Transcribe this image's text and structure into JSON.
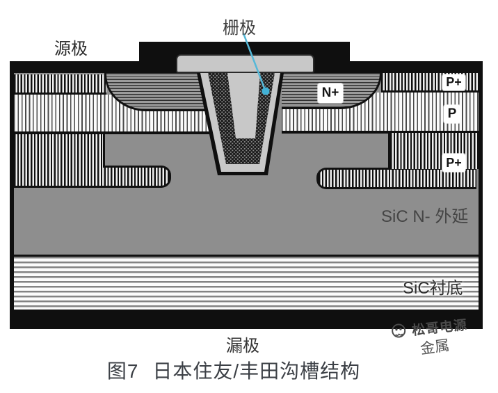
{
  "figure": {
    "caption_prefix": "图7",
    "caption_title": "日本住友/丰田沟槽结构"
  },
  "electrodes": {
    "source": "源极",
    "gate": "栅极",
    "drain": "漏极"
  },
  "regions": {
    "n_plus": "N+",
    "p_plus_upper": "P+",
    "p_well": "P",
    "p_plus_deep": "P+",
    "epitaxy": "SiC N- 外延",
    "substrate": "SiC衬底",
    "metal": "金属"
  },
  "watermark": {
    "brand": "松哥电源"
  },
  "colors": {
    "metal_black": "#0f0f0f",
    "epi_gray": "#8e8e8e",
    "gate_cap_gray": "#c8c8c8",
    "nplus_gray": "#9c9c9c",
    "arrow_cyan": "#4ab4d6"
  }
}
